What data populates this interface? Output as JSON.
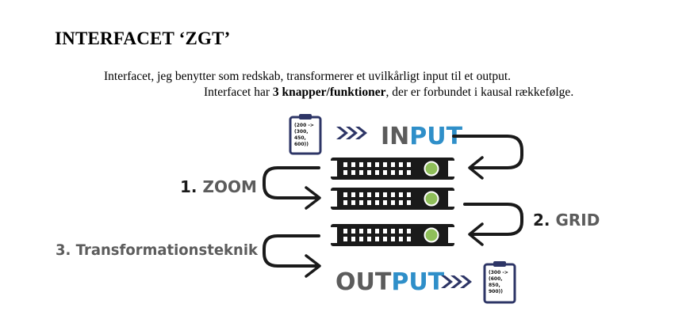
{
  "document": {
    "title": "INTERFACET ‘ZGT’",
    "paragraph1": "Interfacet, jeg benytter som redskab, transformerer et uvilkårligt input til et output.",
    "paragraph2_pre": "Interfacet har ",
    "paragraph2_bold": "3 knapper/funktioner",
    "paragraph2_post": ", der er forbundet i kausal rækkefølge."
  },
  "diagram": {
    "input_word_a": "IN",
    "input_word_b": "PUT",
    "output_word_a": "OUT",
    "output_word_b": "PUT",
    "label_zoom": "1. ZOOM",
    "label_grid": "2. GRID",
    "label_transform": "3. Transformationsteknik",
    "clipboard_input": [
      "(200 ->",
      "(300,",
      "450,",
      "600))"
    ],
    "clipboard_output": [
      "(300 ->",
      "(600,",
      "850,",
      "900))"
    ],
    "colors": {
      "navy": "#2d3566",
      "blue": "#2f8fc9",
      "gray": "#5c5c5c",
      "green": "#8fbf5a",
      "dark": "#1a1a1a"
    }
  }
}
